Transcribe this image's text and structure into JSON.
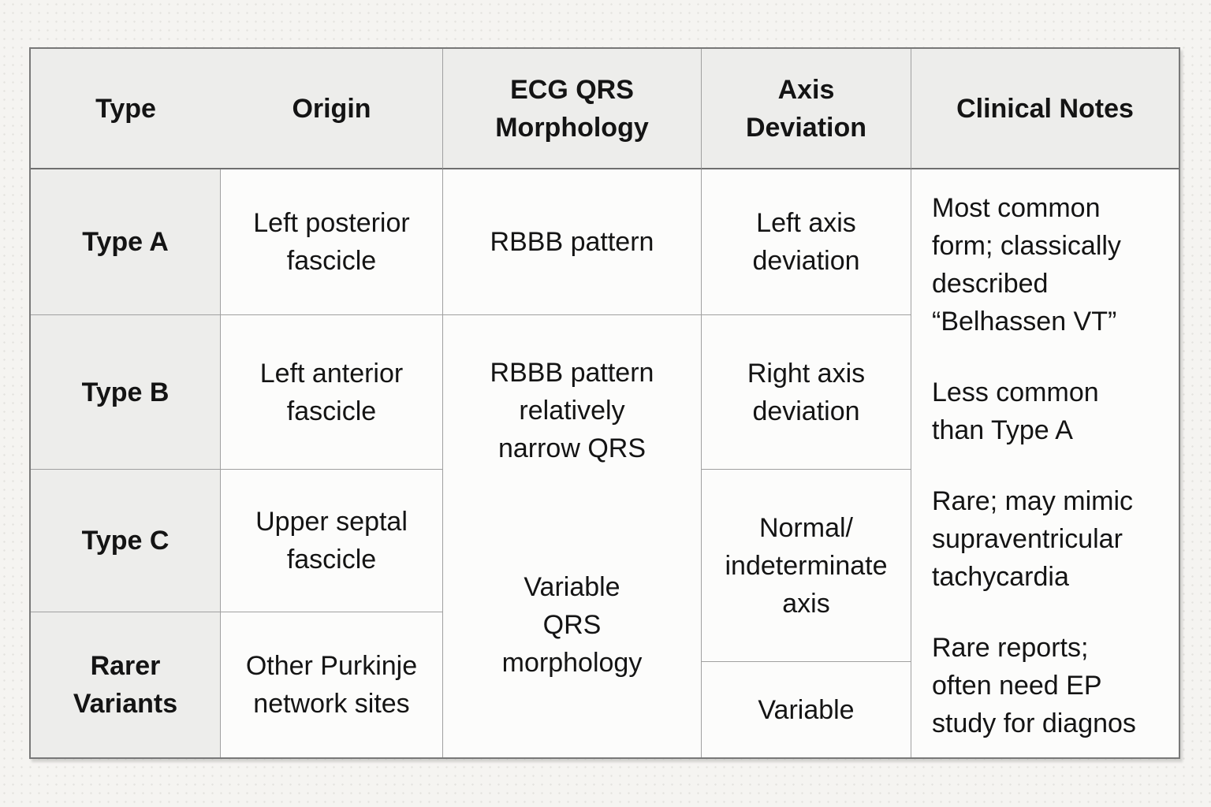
{
  "chart_data": {
    "type": "table",
    "columns": [
      "Type",
      "Origin",
      "ECG QRS Morphology",
      "Axis Deviation",
      "Clinical Notes"
    ],
    "rows": [
      [
        "Type A",
        "Left posterior fascicle",
        "RBBB pattern",
        "Left axis deviation",
        "Most common form; classically described “Belhassen VT”"
      ],
      [
        "Type B",
        "Left anterior fascicle",
        "RBBB pattern relatively narrow QRS",
        "Right axis deviation",
        "Less common than Type A"
      ],
      [
        "Type C",
        "Upper septal fascicle",
        "Variable QRS morphology",
        "Normal/indeterminate axis",
        "Rare; may mimic supraventricular tachycardia"
      ],
      [
        "Rarer Variants",
        "Other Purkinje network sites",
        "Variable QRS morphology",
        "Variable",
        "Rare reports; often need EP study for diagnos"
      ]
    ],
    "layout": "ECG morphology cell merged across Type B–Rarer Variants rows; Clinical Notes is one merged cell of four paragraphs; grid on"
  },
  "table": {
    "headers": {
      "type": "Type",
      "origin": "Origin",
      "ecg": "ECG QRS\nMorphology",
      "axis": "Axis\nDeviation",
      "notes": "Clinical Notes"
    },
    "rows": [
      {
        "type": "Type A",
        "origin": "Left posterior\nfascicle"
      },
      {
        "type": "Type B",
        "origin": "Left anterior\nfascicle"
      },
      {
        "type": "Type C",
        "origin": "Upper septal\nfascicle"
      },
      {
        "type": "Rarer\nVariants",
        "origin": "Other Purkinje\nnetwork sites"
      }
    ],
    "ecg": {
      "row_a": "RBBB pattern",
      "merged_top": "RBBB pattern\nrelatively\nnarrow QRS",
      "merged_bottom": "Variable\nQRS\nmorphology"
    },
    "axis": {
      "row_a": "Left axis\ndeviation",
      "row_b": "Right axis\ndeviation",
      "row_c": "Normal/\nindeterminate\naxis",
      "row_rarer": "Variable"
    },
    "notes_paragraphs": [
      "Most common\nform; classically\ndescribed\n“Belhassen VT”",
      "Less common\nthan Type A",
      "Rare; may mimic\nsupraventricular\ntachycardia",
      "Rare reports;\noften need EP\nstudy for diagnos"
    ]
  },
  "colors": {
    "header_fill": "#ededeb",
    "cell_fill": "#fcfcfb",
    "grid_line": "#a0a0a0",
    "outer_border": "#787878",
    "text": "#141414",
    "page_background": "#f5f4f1"
  }
}
